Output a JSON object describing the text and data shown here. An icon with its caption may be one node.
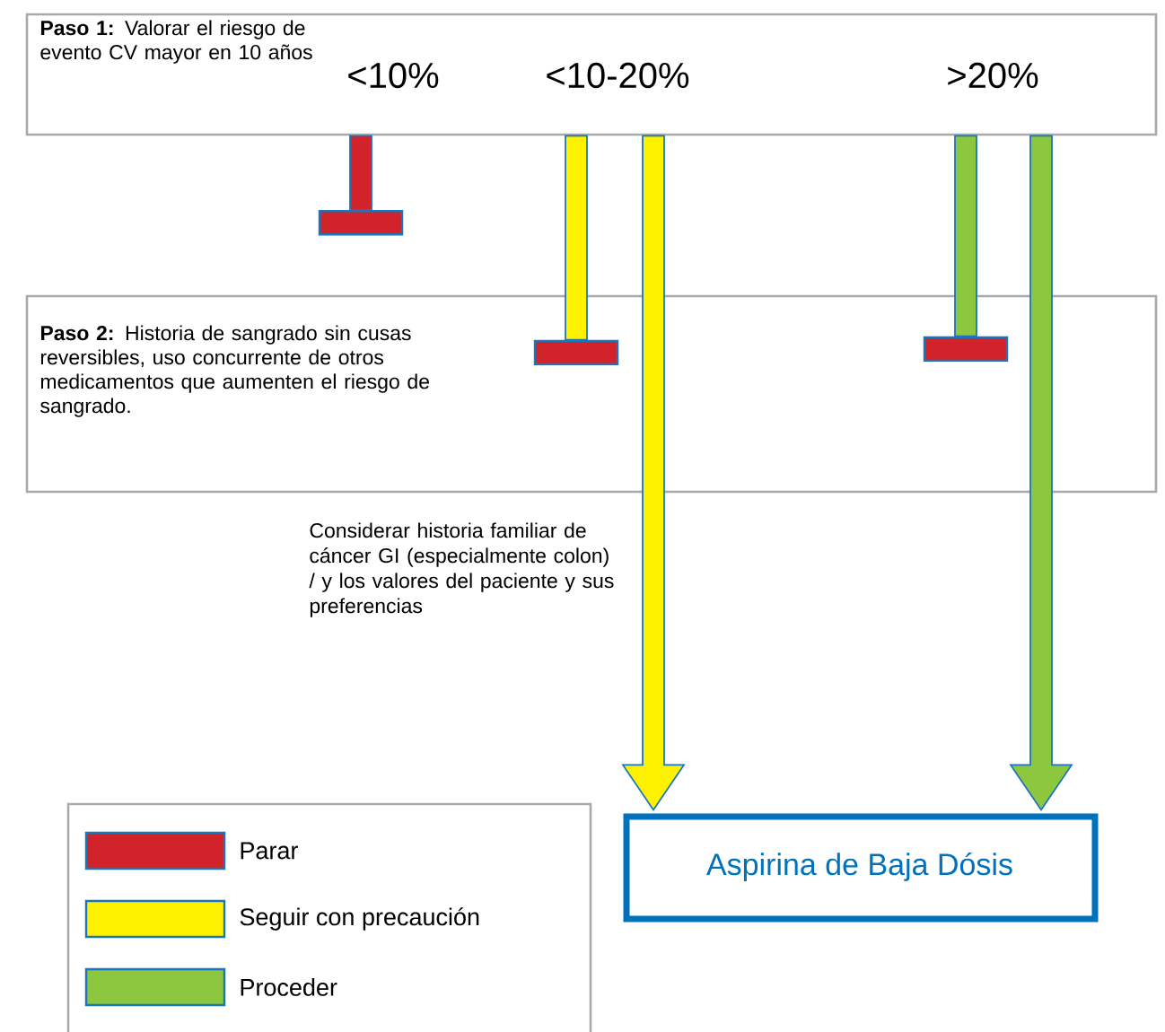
{
  "diagram": {
    "nodes": [
      {
        "text": [
          "**Paso 1:** Valorar el riesgo de evento CV mayor en 10 años",
          "<10%",
          "<10-20%",
          ">20%"
        ]
      },
      {
        "text": [
          "**Paso 2:** Historia de sangrado sin cusas reversibles, uso concurrente de otros medicamentos que aumenten el riesgo de sangrado."
        ]
      },
      {
        "text": [
          "Aspirina de Baja Dósis"
        ]
      }
    ],
    "edges": [
      {
        "from": 0,
        "to": null,
        "arrow": "other",
        "color": "#d2232a"
      },
      {
        "from": 0,
        "to": 1,
        "arrow": "other",
        "color": "#fff200"
      },
      {
        "from": 0,
        "to": 2,
        "arrow": "to",
        "color": "#fff200"
      },
      {
        "from": 0,
        "to": 1,
        "arrow": "other",
        "color": "#8dc63f"
      },
      {
        "from": 0,
        "to": 2,
        "arrow": "to",
        "color": "#8dc63f"
      }
    ],
    "labels": [
      "Considerar historia familiar de cáncer GI (especialmente colon) / y los valores del paciente y sus preferencias"
    ],
    "legend": [
      {
        "text": "Parar",
        "color": "#d2232a"
      },
      {
        "text": "Seguir con precaución",
        "color": "#fff200"
      },
      {
        "text": "Proceder",
        "color": "#8dc63f"
      }
    ]
  }
}
